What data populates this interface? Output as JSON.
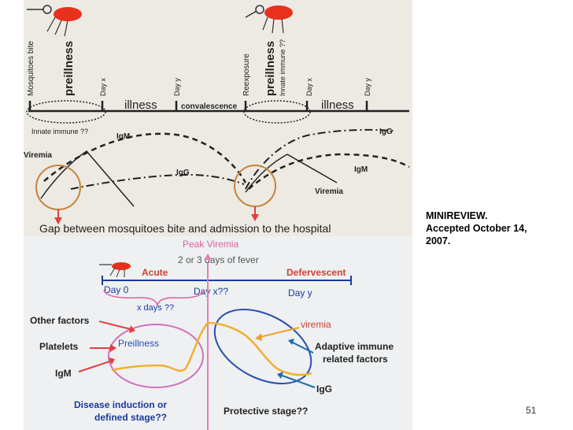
{
  "top_diagram": {
    "left_labels": {
      "mosquito_bite": "Mosquitoes bite",
      "preillness": "preillness",
      "day_x": "Day x",
      "day_y": "Day y"
    },
    "right_labels": {
      "reexposure": "Reexposure",
      "preillness": "preillness",
      "innate": "Innate immune ??",
      "day_x": "Day x",
      "day_y": "Day y"
    },
    "phase_illness_1": "illness",
    "phase_convalescence": "convalescence",
    "phase_illness_2": "illness",
    "innate_immune": "Innate immune ??",
    "igm_left": "IgM",
    "igg_left": "IgG",
    "viremia_left": "Viremia",
    "igg_right": "IgG",
    "igm_right": "IgM",
    "viremia_right": "Viremia",
    "gap_caption": "Gap between mosquitoes bite and admission to the hospital"
  },
  "bottom_diagram": {
    "peak_viremia": "Peak Viremia",
    "fever_days": "2 or 3 days of fever",
    "acute": "Acute",
    "defervescent": "Defervescent",
    "day_0": "Day 0",
    "day_x": "Day x??",
    "day_y": "Day y",
    "x_days": "x days ??",
    "other_factors": "Other factors",
    "platelets": "Platelets",
    "igm": "IgM",
    "preillness": "Preillness",
    "viremia": "viremia",
    "adaptive_line1": "Adaptive immune",
    "adaptive_line2": "related factors",
    "igg": "IgG",
    "disease_line1": "Disease induction or",
    "disease_line2": "defined stage??",
    "protective": "Protective stage??"
  },
  "caption": {
    "line1": "MINIREVIEW.",
    "line2": "Accepted October 14,",
    "line3": "2007."
  },
  "page_number": "51",
  "colors": {
    "top_background": "#eceae3",
    "bottom_background": "#eef0f2",
    "mosquito": "#e8301c",
    "circle_orange": "#c8823a",
    "pink": "#e47fb8",
    "blue": "#2a4fb0",
    "red_arrow": "#e04040",
    "yellow_curve": "#f0b030",
    "magenta_text": "#b02080",
    "dark_blue_text": "#1c3a9a"
  }
}
